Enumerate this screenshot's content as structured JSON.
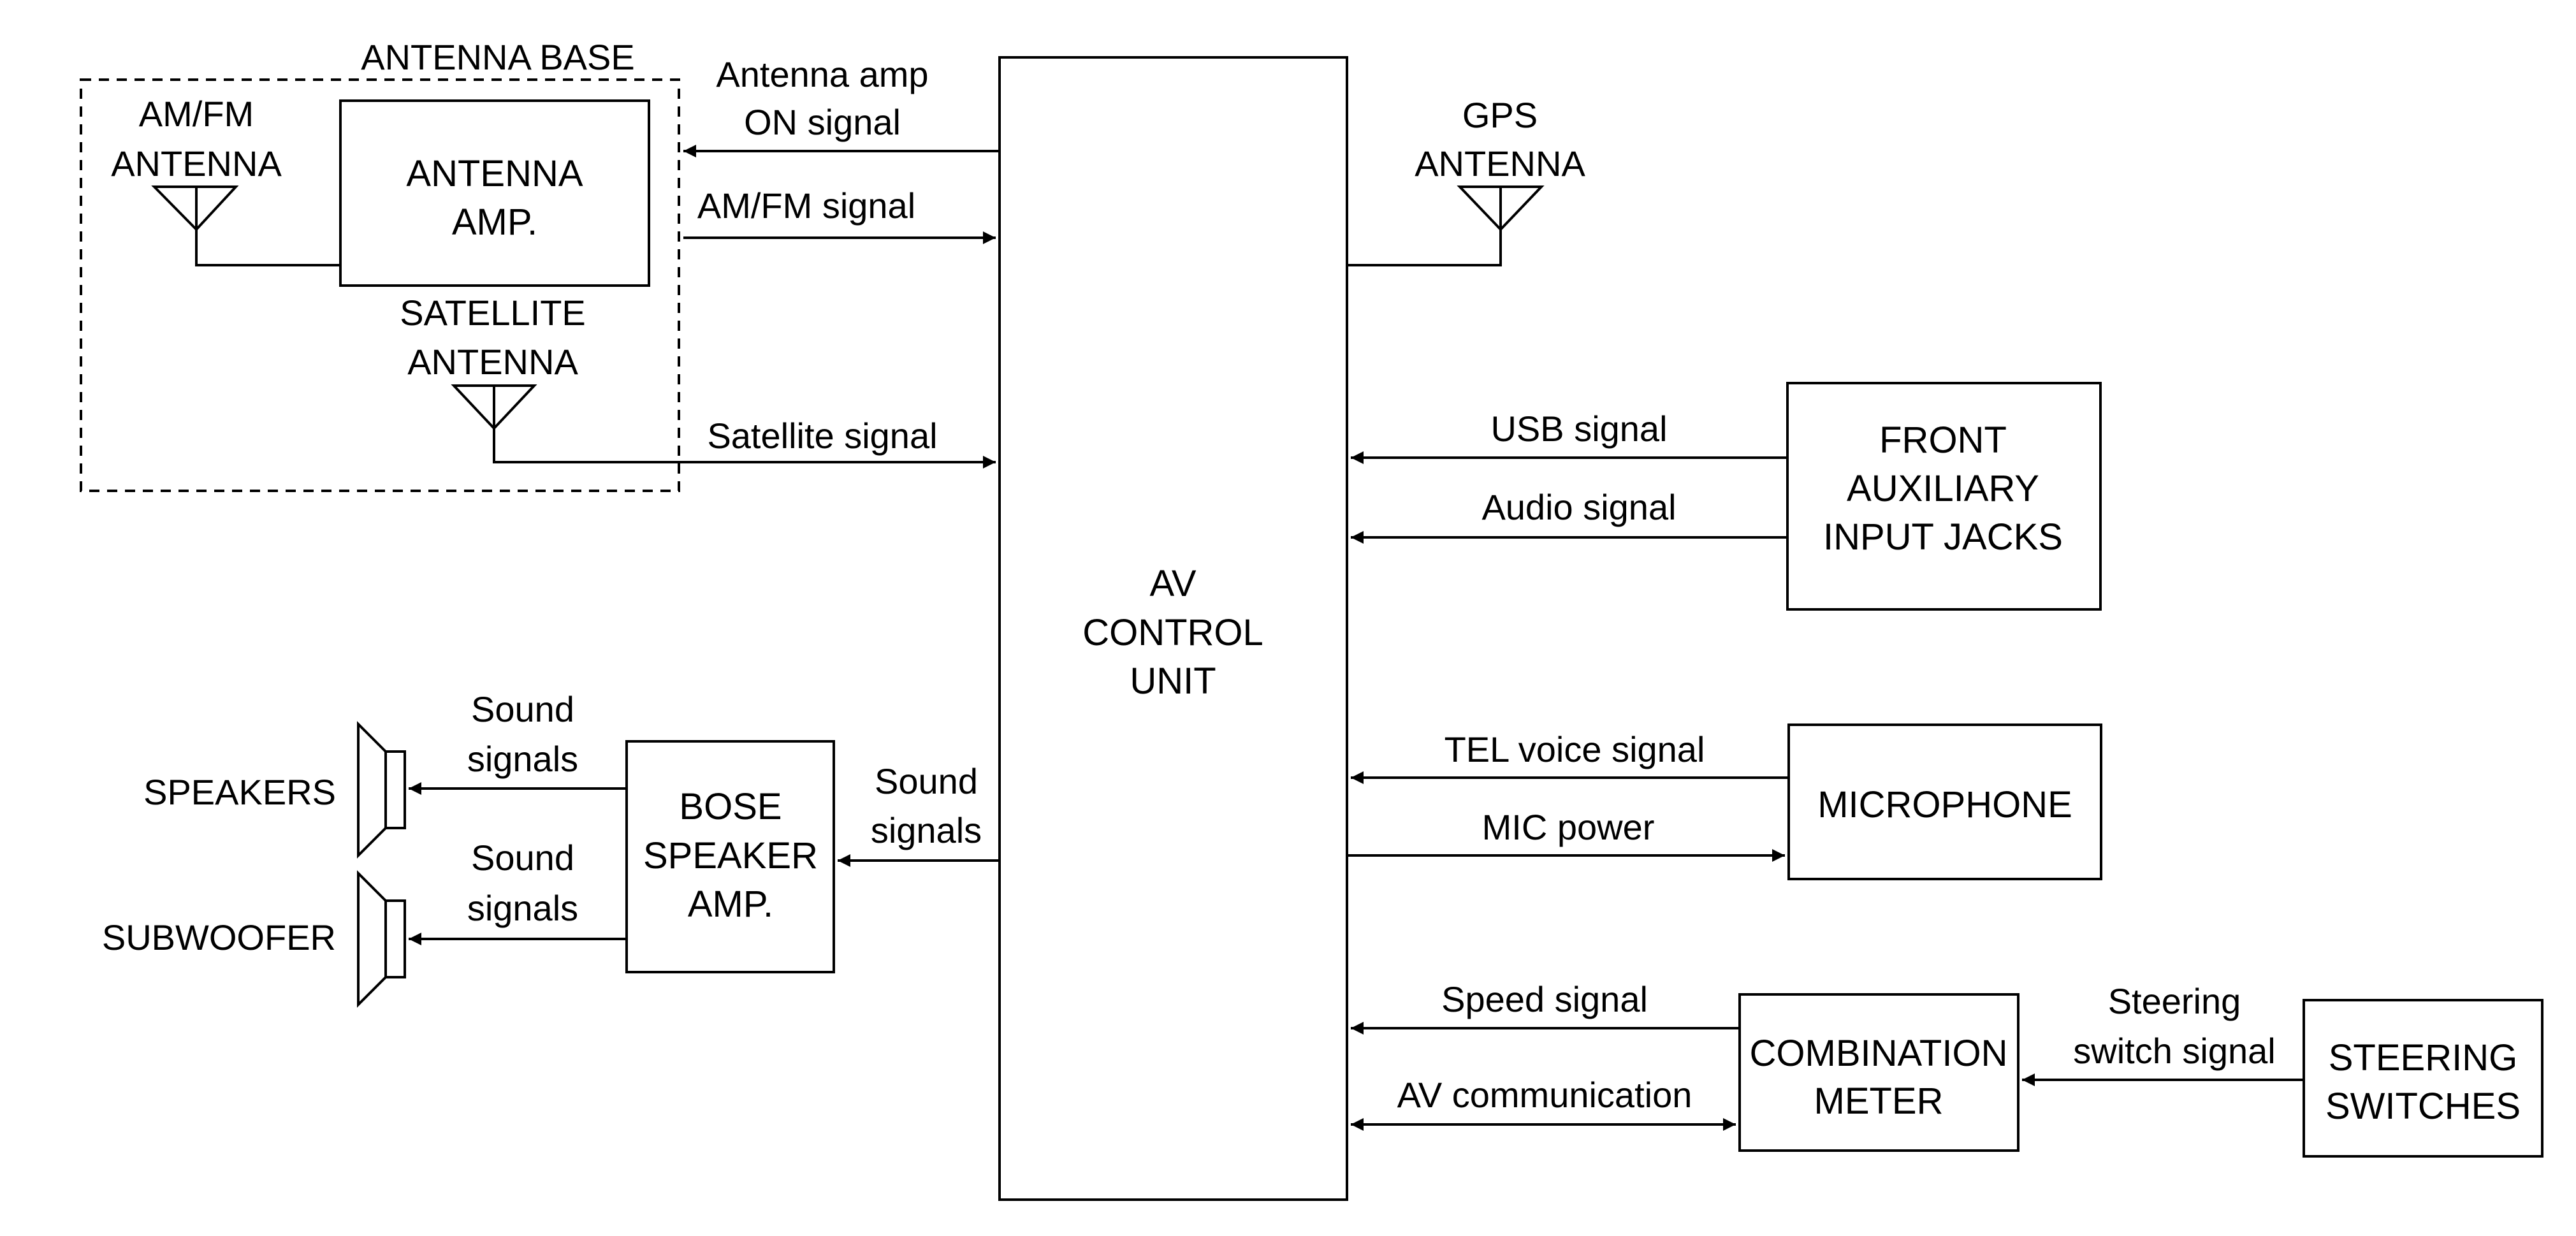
{
  "diagram": {
    "antenna_base": {
      "title": "ANTENNA BASE"
    },
    "am_fm_antenna": {
      "line1": "AM/FM",
      "line2": "ANTENNA"
    },
    "antenna_amp": {
      "line1": "ANTENNA",
      "line2": "AMP."
    },
    "satellite_antenna": {
      "line1": "SATELLITE",
      "line2": "ANTENNA"
    },
    "gps_antenna": {
      "line1": "GPS",
      "line2": "ANTENNA"
    },
    "av_control_unit": {
      "line1": "AV",
      "line2": "CONTROL",
      "line3": "UNIT"
    },
    "front_aux": {
      "line1": "FRONT",
      "line2": "AUXILIARY",
      "line3": "INPUT JACKS"
    },
    "microphone": {
      "label": "MICROPHONE"
    },
    "combination_meter": {
      "line1": "COMBINATION",
      "line2": "METER"
    },
    "steering_switches": {
      "line1": "STEERING",
      "line2": "SWITCHES"
    },
    "bose_amp": {
      "line1": "BOSE",
      "line2": "SPEAKER",
      "line3": "AMP."
    },
    "speakers": {
      "label": "SPEAKERS"
    },
    "subwoofer": {
      "label": "SUBWOOFER"
    },
    "signals": {
      "antenna_amp_on": {
        "line1": "Antenna amp",
        "line2": "ON signal"
      },
      "am_fm": "AM/FM signal",
      "satellite": "Satellite signal",
      "usb": "USB signal",
      "audio": "Audio signal",
      "tel_voice": "TEL voice signal",
      "mic_power": "MIC power",
      "speed": "Speed signal",
      "av_comm": "AV communication",
      "steering_switch": {
        "line1": "Steering",
        "line2": "switch signal"
      },
      "sound_to_amp": {
        "line1": "Sound",
        "line2": "signals"
      },
      "sound_to_speakers": {
        "line1": "Sound",
        "line2": "signals"
      },
      "sound_to_subwoofer": {
        "line1": "Sound",
        "line2": "signals"
      }
    }
  }
}
